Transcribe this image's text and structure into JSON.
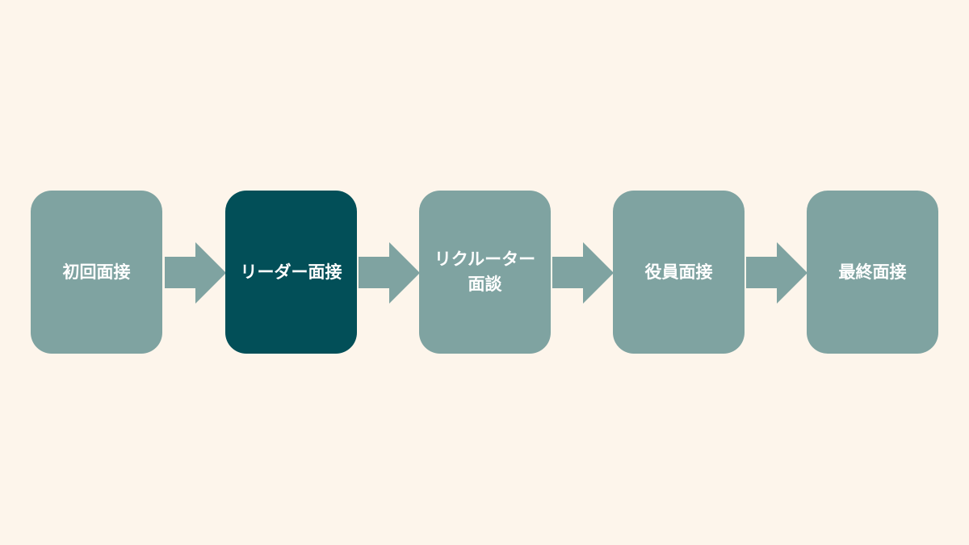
{
  "colors": {
    "background": "#fdf5eb",
    "step": "#7fa3a1",
    "step_active": "#024f58",
    "arrow": "#7fa3a1",
    "text": "#ffffff"
  },
  "steps": [
    {
      "label": "初回面接",
      "active": false
    },
    {
      "label": "リーダー面接",
      "active": true
    },
    {
      "label": "リクルーター\n面談",
      "active": false
    },
    {
      "label": "役員面接",
      "active": false
    },
    {
      "label": "最終面接",
      "active": false
    }
  ]
}
